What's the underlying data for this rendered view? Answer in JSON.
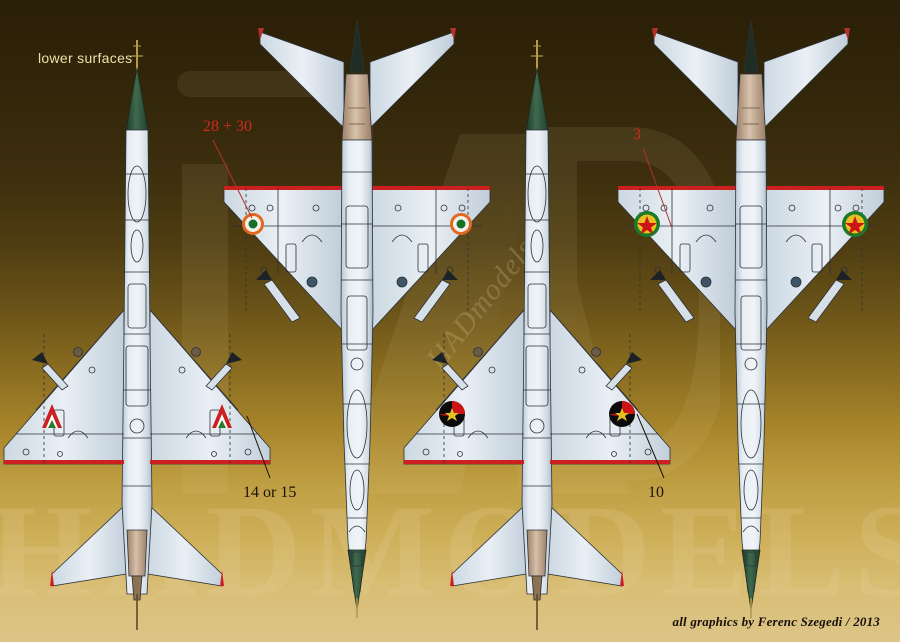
{
  "sheet": {
    "title_note": "lower surfaces",
    "credits": "all graphics by Ferenc Szegedi / 2013",
    "background": {
      "top_color": "#2a1f07",
      "bottom_color": "#ddc589",
      "style": "vertical gradient dark-brown to gold"
    }
  },
  "watermark": {
    "logo_text": "HAD",
    "script_text": "HADmodels",
    "big_text": "HADMODELS",
    "color": "#e8d4a0"
  },
  "callouts": [
    {
      "id": "callout-2830",
      "text": "28 + 30",
      "color": "#d12a1c",
      "style": "red",
      "points_to": "wing-roundel-orange-green-left"
    },
    {
      "id": "callout-3",
      "text": "3",
      "color": "#d12a1c",
      "style": "red",
      "points_to": "wing-roundel-green-yellow-star-left"
    },
    {
      "id": "callout-14or15",
      "text": "14 or 15",
      "color": "#1b1208",
      "style": "dark",
      "points_to": "wing-chevron-hungarian-right"
    },
    {
      "id": "callout-10",
      "text": "10",
      "color": "#1b1208",
      "style": "dark",
      "points_to": "wing-disc-black-red-right"
    }
  ],
  "aircraft": [
    {
      "index": 1,
      "name": "mig21-view-1",
      "orientation": "nose-up",
      "body_color": "#dfe7ee",
      "body_shadow": "#b9c6d2",
      "nose_cone_color": "#2f5440",
      "exhaust_color": "#c4a991",
      "trailing_edge_stripe": "#cc1f20",
      "markings": [
        {
          "type": "chevron",
          "name": "hungarian-chevron",
          "colors": [
            "#cc1f20",
            "#ffffff",
            "#2d7a2d"
          ],
          "count": 2
        }
      ]
    },
    {
      "index": 2,
      "name": "mig21-view-2",
      "orientation": "nose-down",
      "body_color": "#dfe7ee",
      "body_shadow": "#b9c6d2",
      "nose_cone_color": "#2f5440",
      "exhaust_color": "#c4a991",
      "trailing_edge_stripe": "#cc1f20",
      "markings": [
        {
          "type": "roundel",
          "name": "roundel-orange-ring-green-center",
          "colors": [
            "#e2671f",
            "#ffffff",
            "#17702a"
          ],
          "count": 2
        }
      ]
    },
    {
      "index": 3,
      "name": "mig21-view-3",
      "orientation": "nose-up",
      "body_color": "#dfe7ee",
      "body_shadow": "#b9c6d2",
      "nose_cone_color": "#2f5440",
      "exhaust_color": "#c4a991",
      "trailing_edge_stripe": "#cc1f20",
      "markings": [
        {
          "type": "disc",
          "name": "disc-black-red-star",
          "colors": [
            "#0b0b0b",
            "#cc1414",
            "#e6c020"
          ],
          "count": 2
        }
      ]
    },
    {
      "index": 4,
      "name": "mig21-view-4",
      "orientation": "nose-down",
      "body_color": "#dfe7ee",
      "body_shadow": "#b9c6d2",
      "nose_cone_color": "#2f5440",
      "exhaust_color": "#c4a991",
      "trailing_edge_stripe": "#cc1f20",
      "markings": [
        {
          "type": "roundel",
          "name": "roundel-green-ring-yellow-red-star",
          "colors": [
            "#1a7a2a",
            "#e6c020",
            "#cc1414"
          ],
          "count": 2
        }
      ]
    }
  ]
}
